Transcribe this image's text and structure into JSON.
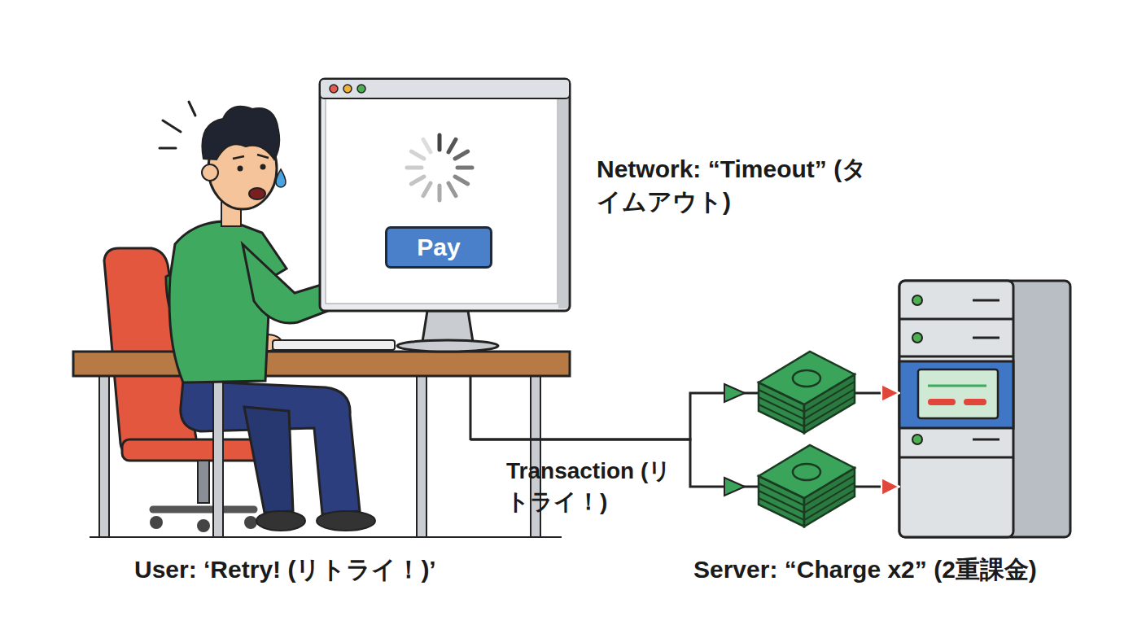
{
  "diagram": {
    "nodes": [
      {
        "text": [
          "User: ‘Retry! (リトライ！)’"
        ]
      },
      {
        "text": [
          "Pay"
        ]
      },
      {
        "text": [
          "Server: “Charge x2” (2重課金)"
        ]
      }
    ],
    "edges": [
      {
        "from": 0,
        "to": 2,
        "arrow": "to",
        "label": "Transaction (リトライ！)"
      }
    ],
    "labels": [
      "Network: “Timeout” (タイムアウト)"
    ]
  }
}
